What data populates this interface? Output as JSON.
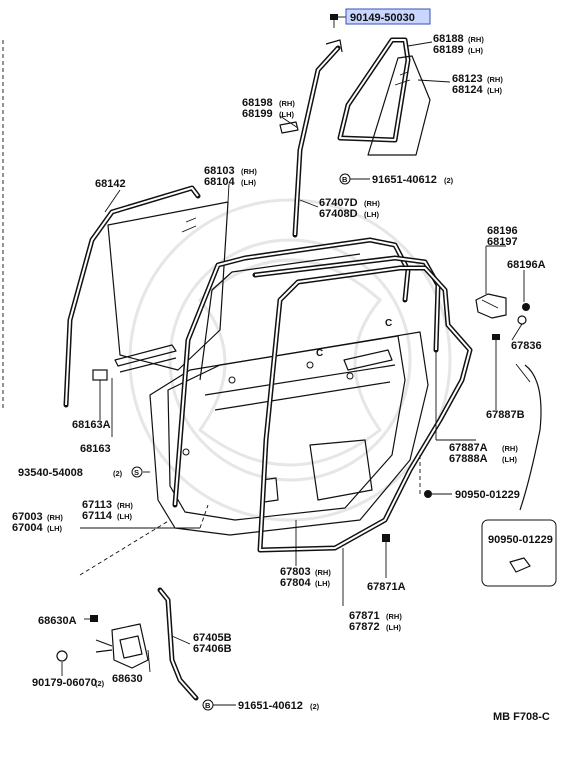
{
  "diagram": {
    "code": "MB  F708-C",
    "highlighted_part": "90149-50030",
    "parts": [
      {
        "id": "p90149",
        "number": "90149-50030",
        "suffix": ""
      },
      {
        "id": "p68188",
        "number": "68188",
        "suffix": "(RH)"
      },
      {
        "id": "p68189",
        "number": "68189",
        "suffix": "(LH)"
      },
      {
        "id": "p68123",
        "number": "68123",
        "suffix": "(RH)"
      },
      {
        "id": "p68124",
        "number": "68124",
        "suffix": "(LH)"
      },
      {
        "id": "p68198",
        "number": "68198",
        "suffix": "(RH)"
      },
      {
        "id": "p68199",
        "number": "68199",
        "suffix": "(LH)"
      },
      {
        "id": "p68103",
        "number": "68103",
        "suffix": "(RH)"
      },
      {
        "id": "p68104",
        "number": "68104",
        "suffix": "(LH)"
      },
      {
        "id": "p68142",
        "number": "68142",
        "suffix": ""
      },
      {
        "id": "p91651a",
        "number": "91651-40612",
        "suffix": "(2)"
      },
      {
        "id": "p67407D",
        "number": "67407D",
        "suffix": "(RH)"
      },
      {
        "id": "p67408D",
        "number": "67408D",
        "suffix": "(LH)"
      },
      {
        "id": "p68196",
        "number": "68196",
        "suffix": ""
      },
      {
        "id": "p68197",
        "number": "68197",
        "suffix": ""
      },
      {
        "id": "p68196A",
        "number": "68196A",
        "suffix": ""
      },
      {
        "id": "p67836",
        "number": "67836",
        "suffix": ""
      },
      {
        "id": "p67887B",
        "number": "67887B",
        "suffix": ""
      },
      {
        "id": "p67887A",
        "number": "67887A",
        "suffix": "(RH)"
      },
      {
        "id": "p67888A",
        "number": "67888A",
        "suffix": "(LH)"
      },
      {
        "id": "p68163A",
        "number": "68163A",
        "suffix": ""
      },
      {
        "id": "p68163",
        "number": "68163",
        "suffix": ""
      },
      {
        "id": "p93540",
        "number": "93540-54008",
        "suffix": "(2)"
      },
      {
        "id": "p90950a",
        "number": "90950-01229",
        "suffix": ""
      },
      {
        "id": "p67003",
        "number": "67003",
        "suffix": "(RH)"
      },
      {
        "id": "p67004",
        "number": "67004",
        "suffix": "(LH)"
      },
      {
        "id": "p67113",
        "number": "67113",
        "suffix": "(RH)"
      },
      {
        "id": "p67114",
        "number": "67114",
        "suffix": "(LH)"
      },
      {
        "id": "p90950b",
        "number": "90950-01229",
        "suffix": ""
      },
      {
        "id": "p67803",
        "number": "67803",
        "suffix": "(RH)"
      },
      {
        "id": "p67804",
        "number": "67804",
        "suffix": "(LH)"
      },
      {
        "id": "p67871A",
        "number": "67871A",
        "suffix": ""
      },
      {
        "id": "p67871",
        "number": "67871",
        "suffix": "(RH)"
      },
      {
        "id": "p67872",
        "number": "67872",
        "suffix": "(LH)"
      },
      {
        "id": "p68630A",
        "number": "68630A",
        "suffix": ""
      },
      {
        "id": "p67405B",
        "number": "67405B",
        "suffix": ""
      },
      {
        "id": "p67406B",
        "number": "67406B",
        "suffix": ""
      },
      {
        "id": "p68630",
        "number": "68630",
        "suffix": ""
      },
      {
        "id": "p90179",
        "number": "90179-06070",
        "suffix": "(2)"
      },
      {
        "id": "p91651b",
        "number": "91651-40612",
        "suffix": "(2)"
      }
    ],
    "markers": {
      "c_label_1": "C",
      "c_label_2": "C"
    }
  }
}
